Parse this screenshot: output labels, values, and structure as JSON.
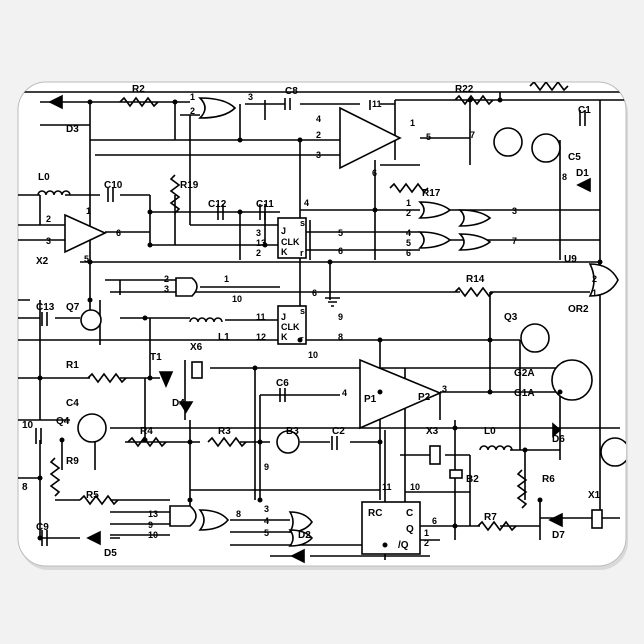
{
  "colors": {
    "background": "#f2f2f2",
    "pad": "#ffffff",
    "ink": "#000000",
    "shadow": "#d9d9d9"
  },
  "components": {
    "R2": "R2",
    "R22": "R22",
    "C8": "C8",
    "C1": "C1",
    "D3": "D3",
    "C5": "C5",
    "D1": "D1",
    "L0_top": "L0",
    "C10": "C10",
    "R19": "R19",
    "C12": "C12",
    "C11": "C11",
    "R17": "R17",
    "X2": "X2",
    "U9": "U9",
    "R14": "R14",
    "C13": "C13",
    "Q7": "Q7",
    "L1": "L1",
    "OR2": "OR2",
    "Q3": "Q3",
    "R1": "R1",
    "T1": "T1",
    "X6": "X6",
    "G2A": "G2A",
    "G1A": "G1A",
    "C4": "C4",
    "Q4": "Q4",
    "D4": "D4",
    "C6": "C6",
    "P1": "P1",
    "P2": "P2",
    "R4": "R4",
    "R3": "R3",
    "B3": "B3",
    "C2": "C2",
    "X3": "X3",
    "L0_bot": "L0",
    "D6": "D6",
    "R9": "R9",
    "B2": "B2",
    "R6": "R6",
    "R5": "R5",
    "X1": "X1",
    "RC": "RC",
    "C": "C",
    "Q": "Q",
    "nQ": "/Q",
    "R7": "R7",
    "C9": "C9",
    "D2": "D2",
    "D7": "D7",
    "D5": "D5",
    "ff1": {
      "J": "J",
      "CLK": "CLK",
      "K": "K",
      "s": "s",
      "r": "r"
    },
    "ff2": {
      "J": "J",
      "CLK": "CLK",
      "K": "K",
      "s": "s",
      "r": "r"
    },
    "l10": "10",
    "l8": "8"
  },
  "pins": {
    "p1": "1",
    "p2": "2",
    "p3": "3",
    "p11": "11",
    "p4": "4",
    "p2b": "2",
    "p3b": "3",
    "p1b": "1",
    "p5": "5",
    "p7": "7",
    "p6": "6",
    "p8": "8",
    "p2c": "2",
    "p3c": "3",
    "p1c": "1",
    "p6b": "6",
    "p3d": "3",
    "p13": "13",
    "p2d": "2",
    "p5b": "5",
    "p6c": "6",
    "p4b": "4",
    "p1d": "1",
    "p2e": "2",
    "p3e": "3",
    "p4c": "4",
    "p5c": "5",
    "p6d": "6",
    "p3f": "3",
    "p7b": "7",
    "p2f": "2",
    "p3g": "3",
    "p1e": "1",
    "p11b": "11",
    "p12": "12",
    "p9": "9",
    "p8b": "8",
    "p10": "10",
    "p2g": "2",
    "p1f": "1",
    "p4d": "4",
    "p3h": "3",
    "p10b": "10",
    "p9b": "9",
    "p11c": "11",
    "p13b": "13",
    "p9c": "9",
    "p10c": "10",
    "p8c": "8",
    "p3i": "3",
    "p4e": "4",
    "p5d": "5",
    "p6e": "6",
    "p1g": "1",
    "p2h": "2",
    "p10d": "10",
    "p6f": "6"
  }
}
